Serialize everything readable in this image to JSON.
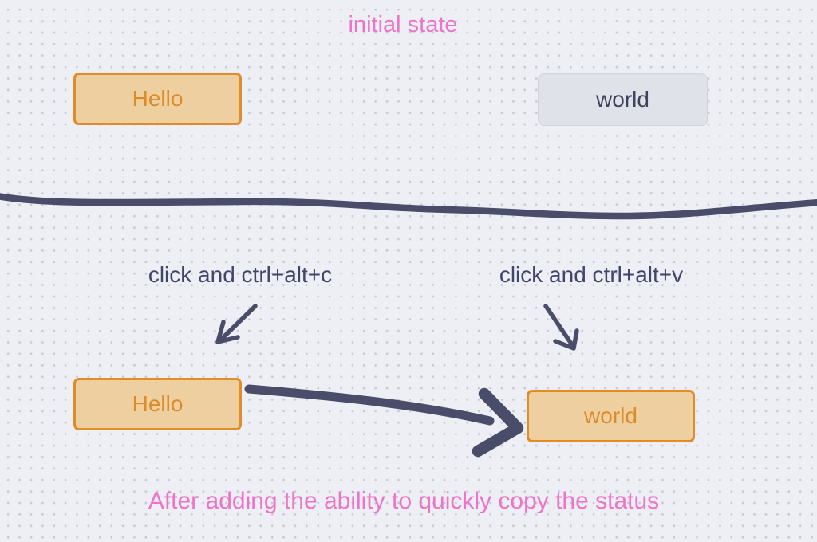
{
  "canvas": {
    "background": "#edeff4",
    "dot_color": "#c7cad5"
  },
  "colors": {
    "pink_caption": "#ed74c8",
    "navy_ink": "#4a4d69",
    "navy_text": "#42456b",
    "orange_border": "#e08c28",
    "orange_text": "#dd8b28",
    "orange_fill": "#edcfa0",
    "gray_fill": "#e0e2ea",
    "gray_border": "#d0d4df",
    "gray_text": "#3f425c"
  },
  "sections": {
    "initial": {
      "caption": "initial state",
      "hello_button": {
        "label": "Hello",
        "style": "orange"
      },
      "world_button": {
        "label": "world",
        "style": "gray"
      }
    },
    "after": {
      "copy_instruction": "click and ctrl+alt+c",
      "paste_instruction": "click and ctrl+alt+v",
      "hello_button": {
        "label": "Hello",
        "style": "orange"
      },
      "world_button": {
        "label": "world",
        "style": "orange"
      },
      "caption": "After adding the ability to quickly copy the status"
    }
  },
  "icons": {
    "copy_arrow": "arrow-down-left",
    "paste_arrow": "arrow-down-right",
    "flow_arrow": "arrow-right-curved",
    "divider": "hand-drawn-horizontal-line"
  }
}
